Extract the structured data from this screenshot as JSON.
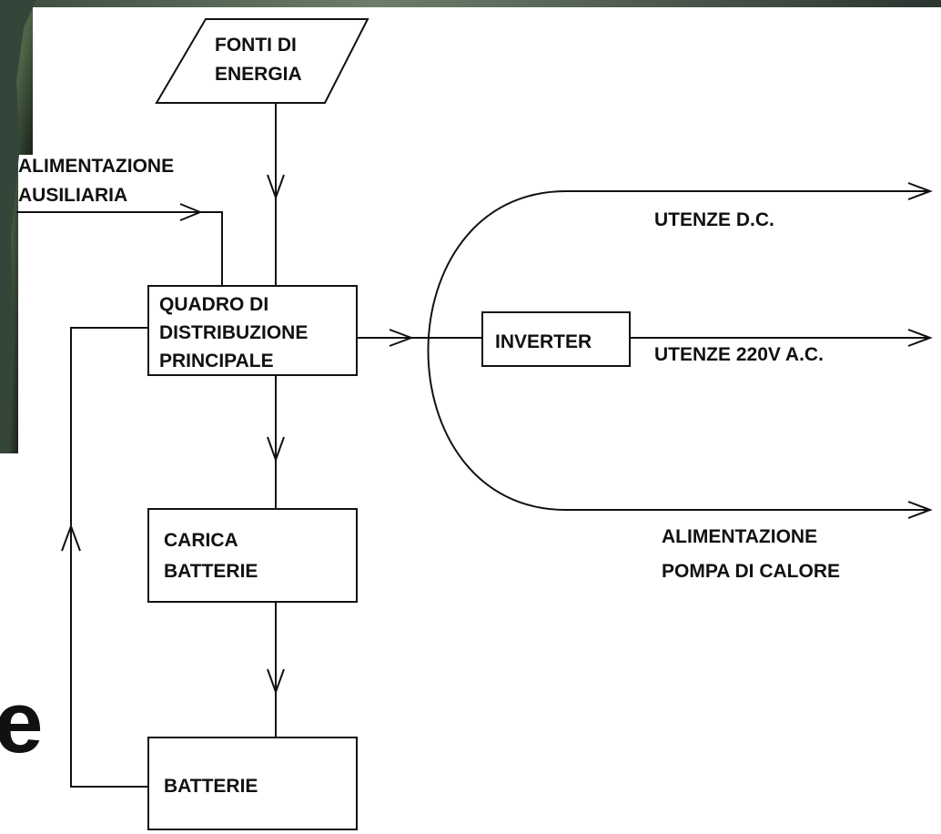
{
  "diagram": {
    "nodes": {
      "fonti": {
        "line1": "FONTI DI",
        "line2": "ENERGIA"
      },
      "aux": {
        "line1": "ALIMENTAZIONE",
        "line2": "AUSILIARIA"
      },
      "quadro": {
        "line1": "QUADRO DI",
        "line2": "DISTRIBUZIONE",
        "line3": "PRINCIPALE"
      },
      "carica": {
        "line1": "CARICA",
        "line2": "BATTERIE"
      },
      "batterie": {
        "line1": "BATTERIE"
      },
      "inverter": {
        "line1": "INVERTER"
      }
    },
    "outputs": {
      "dc": {
        "line1": "UTENZE D.C."
      },
      "ac": {
        "line1": "UTENZE 220V A.C."
      },
      "pompa": {
        "line1": "ALIMENTAZIONE",
        "line2": "POMPA DI CALORE"
      }
    },
    "edges": [
      {
        "from": "fonti",
        "to": "quadro"
      },
      {
        "from": "aux",
        "to": "quadro"
      },
      {
        "from": "quadro",
        "to": "carica"
      },
      {
        "from": "carica",
        "to": "batterie"
      },
      {
        "from": "batterie",
        "to": "quadro"
      },
      {
        "from": "quadro",
        "to": "dc"
      },
      {
        "from": "quadro",
        "to": "inverter"
      },
      {
        "from": "inverter",
        "to": "ac"
      },
      {
        "from": "quadro",
        "to": "pompa"
      }
    ]
  },
  "background": {
    "edge_glyph": "e",
    "colors": {
      "photo_dark": "#1d2a20",
      "photo_green": "#3f5a3a",
      "line": "#111111",
      "paper": "#ffffff"
    }
  }
}
